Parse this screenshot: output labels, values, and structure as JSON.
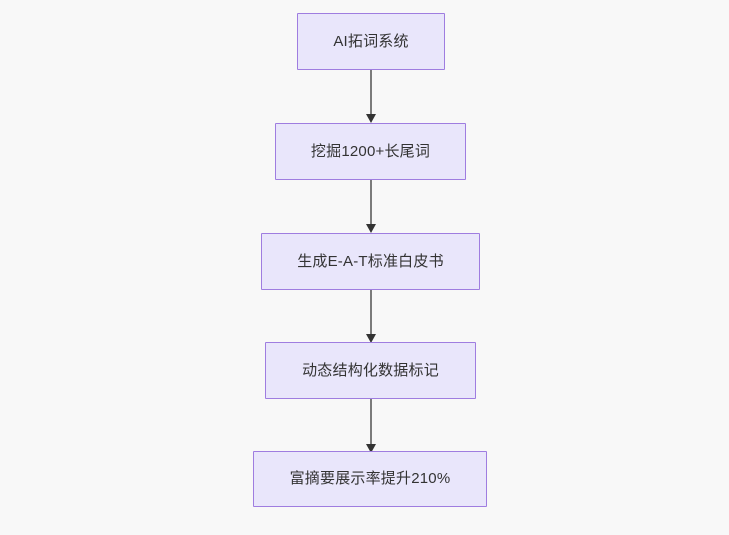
{
  "diagram": {
    "type": "flowchart",
    "direction": "top-to-bottom",
    "background_color": "#f8f8f8",
    "node_fill_color": "#e9e6fb",
    "node_border_color": "#9f7de0",
    "node_text_color": "#333333",
    "edge_line_color": "#7b7b7b",
    "arrowhead_color": "#333333",
    "nodes": [
      {
        "id": "n1",
        "label": "AI拓词系统"
      },
      {
        "id": "n2",
        "label": "挖掘1200+长尾词"
      },
      {
        "id": "n3",
        "label": "生成E-A-T标准白皮书"
      },
      {
        "id": "n4",
        "label": "动态结构化数据标记"
      },
      {
        "id": "n5",
        "label": "富摘要展示率提升210%"
      }
    ],
    "edges": [
      {
        "from": "n1",
        "to": "n2"
      },
      {
        "from": "n2",
        "to": "n3"
      },
      {
        "from": "n3",
        "to": "n4"
      },
      {
        "from": "n4",
        "to": "n5"
      }
    ]
  }
}
